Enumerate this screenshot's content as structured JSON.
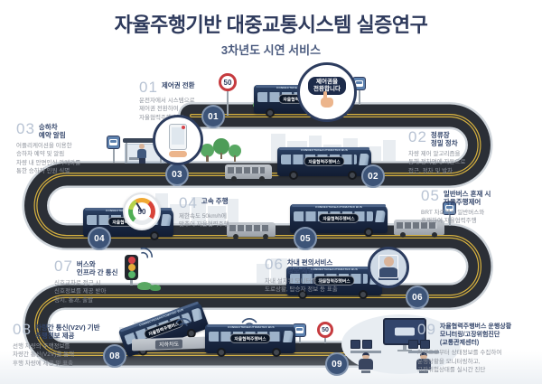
{
  "header": {
    "title": "자율주행기반 대중교통시스템 실증연구",
    "subtitle": "3차년도 시연 서비스"
  },
  "sections": [
    {
      "num": "01",
      "title": "제어권 전환",
      "body": "운전자에서 시스템으로\n제어권 전환하여\n자율협력주행 실시"
    },
    {
      "num": "02",
      "title": "정류장\n정밀 정차",
      "body": "차량 제어 알고리즘을\n통해 정차면에 자동으로\n접근, 정차 및 발차"
    },
    {
      "num": "03",
      "title": "승하차\n예약 알림",
      "body": "어플리케이션을 이용한\n승하차 예약 및 알림\n차량 내 안면인식 카메라를\n통한 승하차 인원 식별"
    },
    {
      "num": "04",
      "title": "고속 주행",
      "body": "제한속도 50km/h에\n맞추어 자율협력주행"
    },
    {
      "num": "05",
      "title": "일반버스 혼재 시\n자율주행제어",
      "body": "BRT 차로에서 일반버스와\n혼재하여 자율협력주행"
    },
    {
      "num": "06",
      "title": "차내 편의서비스\n정보 제공",
      "body": "차내 설치된 모니터를 통해 버스,\n도로상황, 탑승자 정보 등 표출"
    },
    {
      "num": "07",
      "title": "버스와\n인프라 간 통신",
      "body": "신호교차로 접근 시\n신호정보를 제공 받아\n정지, 통과, 출발"
    },
    {
      "num": "08",
      "title": "차량간 통신(V2V) 기반\n주행정보 제공",
      "body": "선행 차량의 주행정보를\n차량간 통신(V2V)을 통해\n후행 차량에 제공 및 표출"
    },
    {
      "num": "09",
      "title": "자율협력주행버스 운행상황\n모니터링/고장위험진단\n(교통관제센터)",
      "body": "차량으로부터 상태정보를 수집하여\n운행상황을 모니터링하고,\n고장위험상태를 실시간 진단"
    }
  ],
  "badges": [
    "01",
    "02",
    "03",
    "04",
    "05",
    "06",
    "08",
    "09"
  ],
  "bus": {
    "roof_text": "CONNECTED&AUTOMATED BUS",
    "label": "자율협력주행버스"
  },
  "signs": {
    "speed_limit": "50"
  },
  "callouts": {
    "control": "제어권을\n전환합니다",
    "underpass": "지하차도"
  },
  "icons": {
    "bus_stop_sign": "blue square with white bus pictogram",
    "speed_limit_sign": "red ring circle with value 50",
    "traffic_light": "red-yellow-green vertical signal",
    "v2x_signal": "wireless communication arcs",
    "smartphone": "boarding reservation app phone",
    "speedometer": "gauge dial showing 50",
    "passenger_scan": "face-recognition frame over passenger",
    "pointing_hand": "hand pressing control-handover button",
    "control_center": "operators monitoring screens"
  },
  "colors": {
    "title": "#2e3a5c",
    "section_title": "#33456a",
    "section_number": "#b9c4d4",
    "body_text": "#8e939c",
    "badge": "#3d5478",
    "road": "#2b2f36",
    "road_center_line": "#d8b23f",
    "bus_navy": "#1b2a46",
    "sign_red": "#c63b3f",
    "stop_sign_blue": "#5d81ae"
  }
}
